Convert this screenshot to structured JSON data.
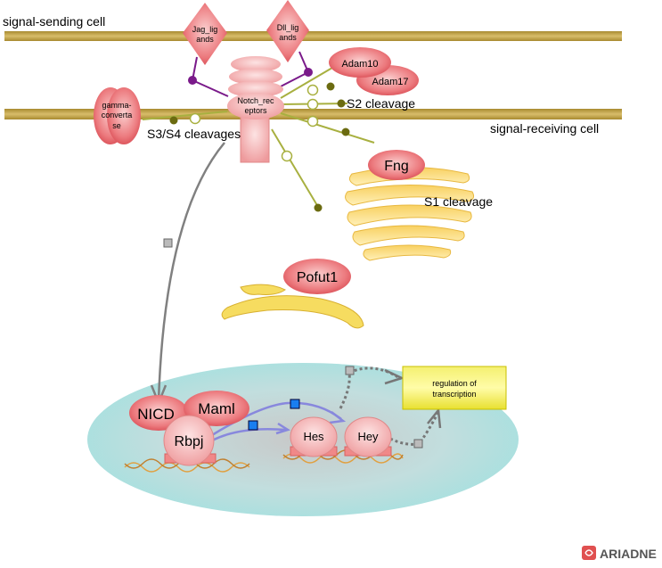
{
  "compartments": {
    "sending": "signal-sending cell",
    "receiving": "signal-receiving cell"
  },
  "nodes": {
    "jag": [
      "Jag_lig",
      "ands"
    ],
    "dll": [
      "Dll_lig",
      "ands"
    ],
    "notch": [
      "Notch_rec",
      "eptors"
    ],
    "gamma": [
      "gamma-",
      "converta",
      "se"
    ],
    "adam10": "Adam10",
    "adam17": "Adam17",
    "fng": "Fng",
    "pofut1": "Pofut1",
    "nicd": "NICD",
    "maml": "Maml",
    "rbpj": "Rbpj",
    "hes": "Hes",
    "hey": "Hey",
    "regulation": [
      "regulation of",
      "transcription"
    ]
  },
  "labels": {
    "s2": "S2 cleavage",
    "s3s4": "S3/S4 cleavages",
    "s1": "S1 cleavage"
  },
  "logo": "ARIADNE",
  "colors": {
    "protein": "#e8676d",
    "membrane": "#c8a64a",
    "nucleus": "#a8dede",
    "binding": "#7a1a8a",
    "modification": "#a8b040",
    "transcription_edge": "#8888dd",
    "regulation_box": "#eeee44"
  }
}
